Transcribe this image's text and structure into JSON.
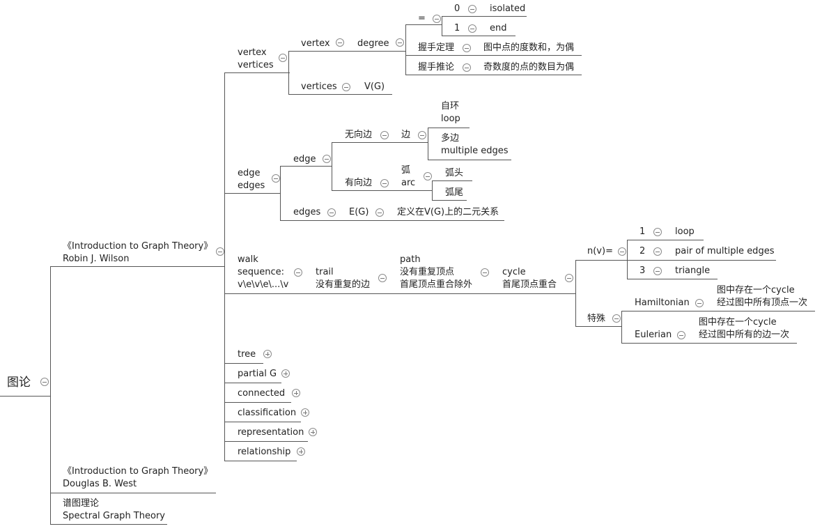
{
  "map": {
    "root": "图论",
    "wilson": [
      "《Introduction to Graph Theory》",
      "Robin J. Wilson"
    ],
    "vertex": [
      "vertex",
      "vertices"
    ],
    "vertex_sub": "vertex",
    "degree": "degree",
    "eq": "=",
    "n0": "0",
    "isolated": "isolated",
    "n1": "1",
    "end": "end",
    "handshake_lemma": "握手定理",
    "handshake_lemma_desc": "图中点的度数和，为偶",
    "handshake_corollary": "握手推论",
    "handshake_corollary_desc": "奇数度的点的数目为偶",
    "vertices": "vertices",
    "vg": "V(G)",
    "edge": [
      "edge",
      "edges"
    ],
    "edge_sub": "edge",
    "undirected": "无向边",
    "bian": "边",
    "loop_node": [
      "自环",
      "loop"
    ],
    "multi_node": [
      "多边",
      "multiple edges"
    ],
    "directed": "有向边",
    "arc": [
      "弧",
      "arc"
    ],
    "arc_head": "弧头",
    "arc_tail": "弧尾",
    "edges": "edges",
    "eg": "E(G)",
    "eg_def": "定义在V(G)上的二元关系",
    "walk": [
      "walk",
      "sequence:",
      "v\\e\\v\\e\\...\\v"
    ],
    "trail": [
      "trail",
      "没有重复的边"
    ],
    "path": [
      "path",
      "没有重复顶点",
      "首尾顶点重合除外"
    ],
    "cycle": [
      "cycle",
      "首尾顶点重合"
    ],
    "nv": "n(v)=",
    "c1": "1",
    "c_loop": "loop",
    "c2": "2",
    "c_pair": "pair of multiple edges",
    "c3": "3",
    "c_triangle": "triangle",
    "special": "特殊",
    "hamiltonian": "Hamiltonian",
    "ham_desc": [
      "图中存在一个cycle",
      "经过图中所有顶点一次"
    ],
    "eulerian": "Eulerian",
    "eul_desc": [
      "图中存在一个cycle",
      "经过图中所有的边一次"
    ],
    "tree": "tree",
    "partial": "partial G",
    "connected": "connected",
    "classification": "classification",
    "representation": "representation",
    "relationship": "relationship",
    "west": [
      "《Introduction to Graph Theory》",
      "Douglas B. West"
    ],
    "spectral": [
      "谱图理论",
      "Spectral Graph Theory"
    ]
  },
  "colors": {
    "line": "#555555",
    "text": "#222222",
    "toggle_border": "#8a8a8a"
  }
}
